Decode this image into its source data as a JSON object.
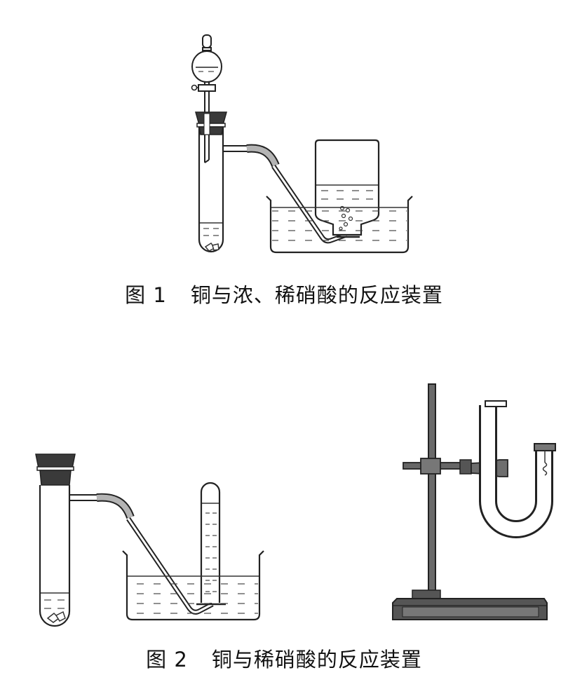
{
  "figure1": {
    "number": "图 1",
    "title": "铜与浓、稀硝酸的反应装置"
  },
  "figure2": {
    "number": "图 2",
    "title": "铜与稀硝酸的反应装置"
  },
  "colors": {
    "ink": "#222222",
    "stopper": "#3a3a3a",
    "hose": "#b4b4b4",
    "water_line": "#444444",
    "background": "#ffffff"
  }
}
